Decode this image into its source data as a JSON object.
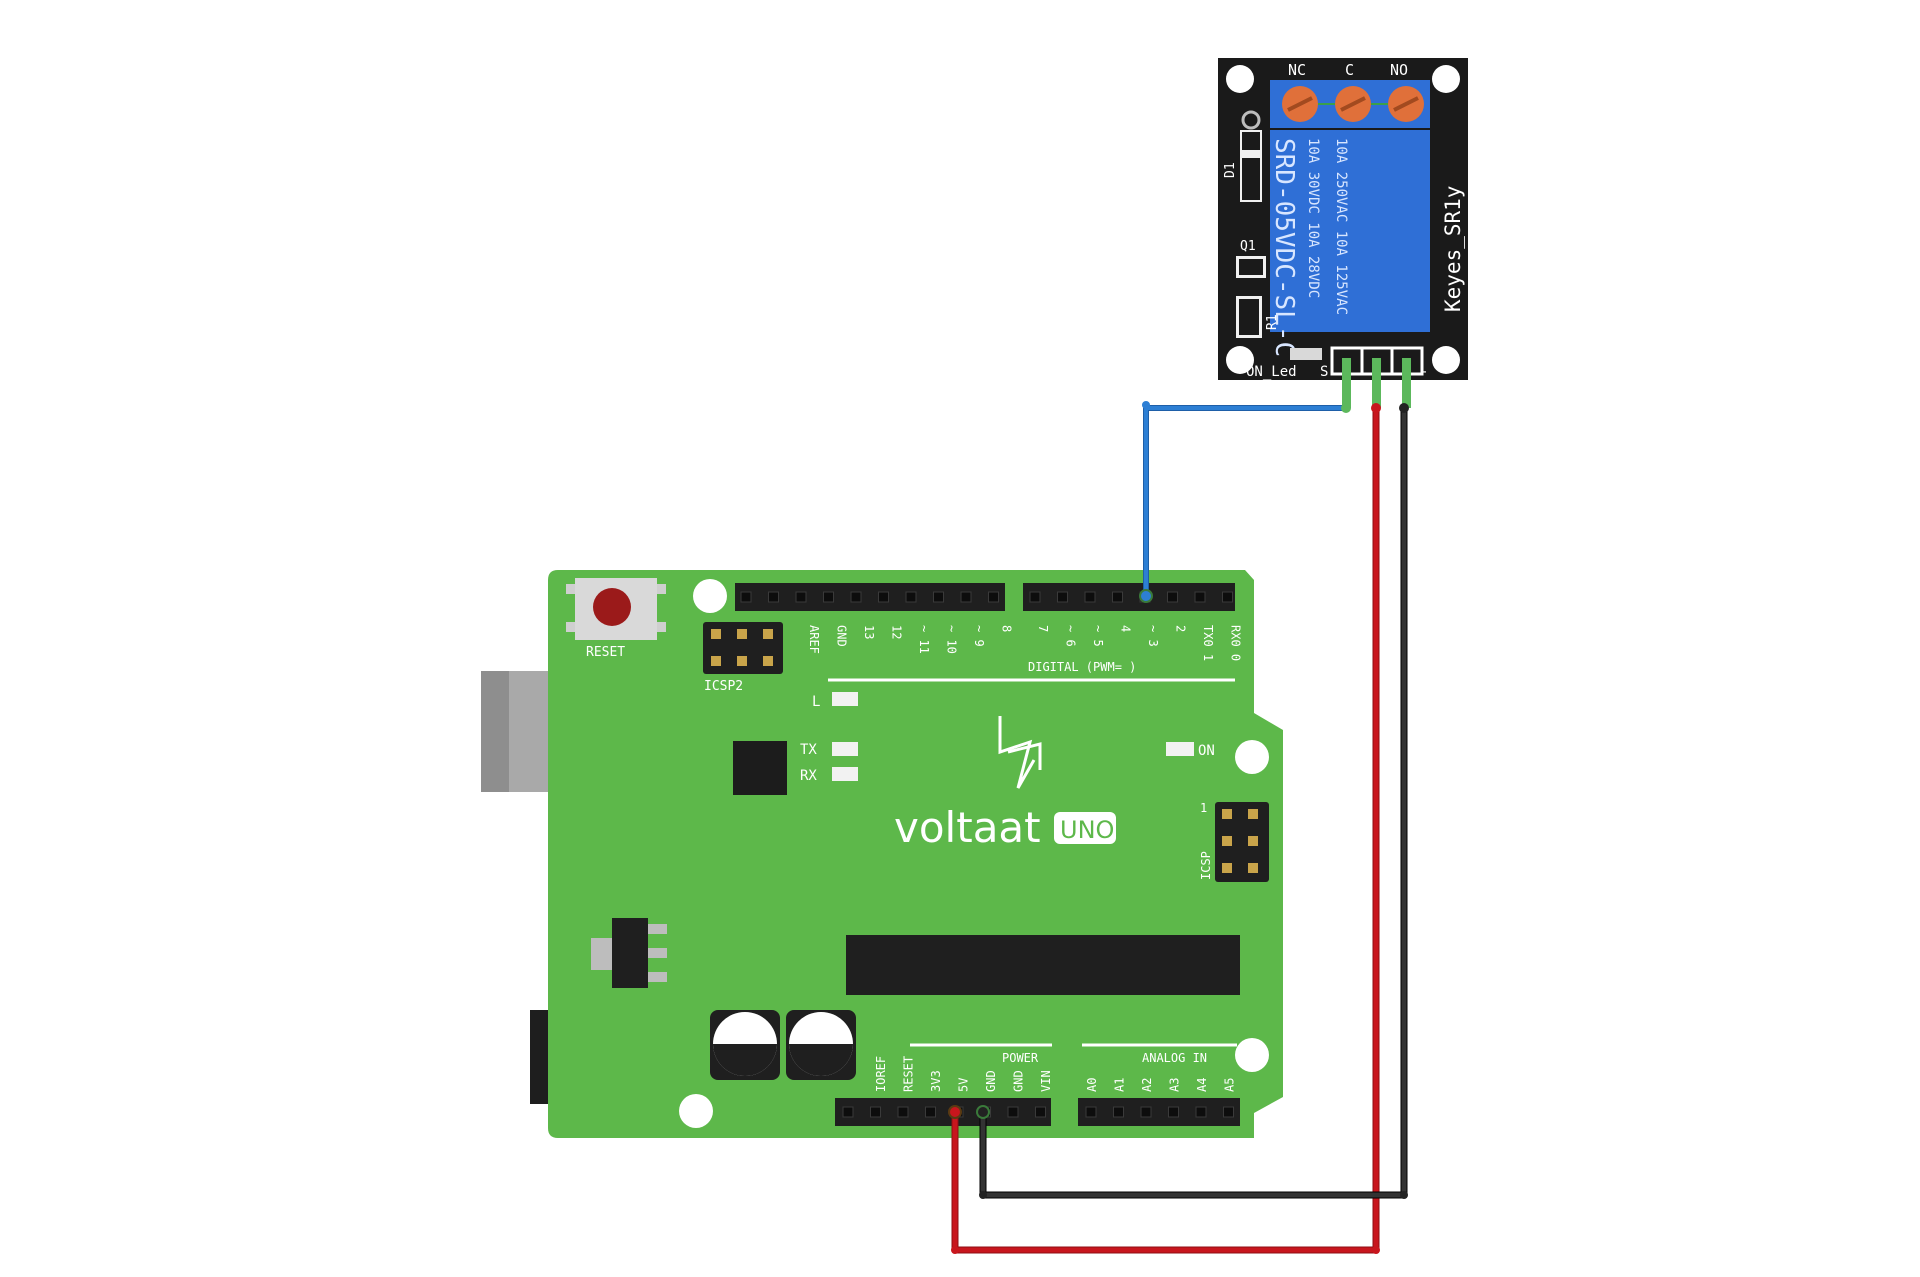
{
  "colors": {
    "board": "#5DB84A",
    "relay_board": "#1a1a1a",
    "relay_body": "#2f6fd6",
    "terminal": "#e0703a",
    "wire_signal": "#2d7fd4",
    "wire_power": "#c8161d",
    "wire_ground": "#222222",
    "pin_green": "#5cb85c"
  },
  "relay": {
    "terminal_labels": [
      "NC",
      "C",
      "NO"
    ],
    "model": "SRD-05VDC-SL-C",
    "rating_1": "10A 250VAC  10A 125VAC",
    "rating_2": "10A  30VDC  10A  28VDC",
    "brand": "Keyes_SR1y",
    "d1": "D1",
    "q1": "Q1",
    "r1": "R1",
    "on_led": "ON_Led",
    "pin_s": "S",
    "pin_minus": "-"
  },
  "board": {
    "reset_label": "RESET",
    "icsp2_label": "ICSP2",
    "icsp_label": "ICSP",
    "icsp_pin1": "1",
    "led_l": "L",
    "led_tx": "TX",
    "led_rx": "RX",
    "led_on": "ON",
    "brand_name": "voltaat",
    "brand_badge": "UNO",
    "digital_header_left": [
      "AREF",
      "GND",
      "13",
      "12",
      "~ 11",
      "~ 10",
      "~ 9",
      "8"
    ],
    "digital_header_right": [
      "7",
      "~ 6",
      "~ 5",
      "4",
      "~ 3",
      "2",
      "TX0 1",
      "RX0 0"
    ],
    "digital_caption": "DIGITAL (PWM=   )",
    "power_caption": "POWER",
    "power_pins": [
      "IOREF",
      "RESET",
      "3V3",
      "5V",
      "GND",
      "GND",
      "VIN"
    ],
    "analog_caption": "ANALOG IN",
    "analog_pins": [
      "A0",
      "A1",
      "A2",
      "A3",
      "A4",
      "A5"
    ]
  }
}
